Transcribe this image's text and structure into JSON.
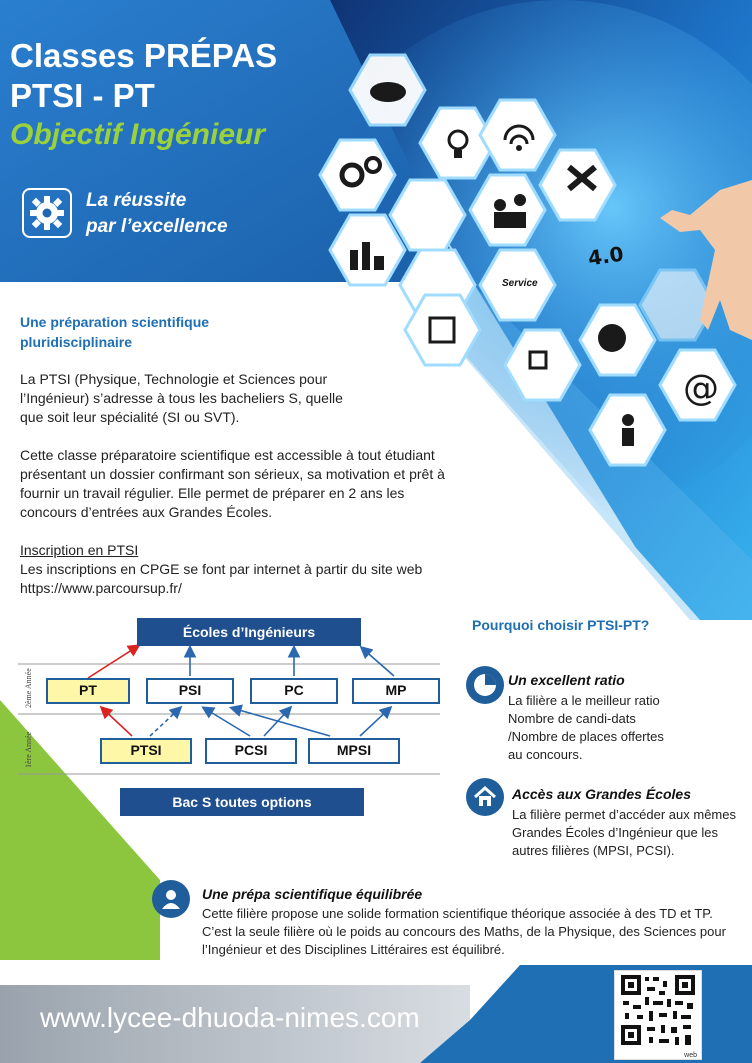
{
  "header": {
    "title_line1": "Classes PRÉPAS",
    "title_line2": "PTSI - PT",
    "subtitle": "Objectif Ingénieur",
    "tagline_line1": "La réussite",
    "tagline_line2": "par l’excellence",
    "hex_label": "4.0",
    "hex_service": "Service"
  },
  "intro": {
    "heading": "Une préparation scientifique pluridisciplinaire",
    "para1": "La PTSI (Physique, Technologie et Sciences pour l’Ingénieur) s’adresse à tous les bacheliers S, quelle que soit leur spécialité (SI ou SVT).",
    "para2": "Cette classe préparatoire scientifique est accessible à tout étudiant présentant un dossier confirmant son sérieux, sa motivation et prêt à fournir un travail régulier. Elle permet de préparer en 2 ans les concours d’entrées aux Grandes Écoles.",
    "inscription_heading": "Inscription en PTSI",
    "inscription_text": "Les inscriptions en CPGE se font par internet à partir du site web https://www.parcoursup.fr/"
  },
  "diagram": {
    "top": "Écoles d’Ingénieurs",
    "year2_label": "2ème Année",
    "year1_label": "1ère Année",
    "row2": [
      "PT",
      "PSI",
      "PC",
      "MP"
    ],
    "row1": [
      "PTSI",
      "PCSI",
      "MPSI"
    ],
    "bottom": "Bac S toutes options"
  },
  "why": {
    "heading": "Pourquoi choisir PTSI-PT?",
    "features": [
      {
        "title": "Un excellent ratio",
        "text": "La filière a le meilleur ratio Nombre de candi-dats /Nombre de places offertes au concours."
      },
      {
        "title": "Accès aux Grandes Écoles",
        "text": "La filière permet d’accéder aux mêmes Grandes Écoles d’Ingénieur que les autres filières (MPSI, PCSI)."
      },
      {
        "title": "Une prépa scientifique équilibrée",
        "text": "Cette filière propose une solide formation scientifique théorique associée à des TD et TP. C’est la seule filière où le poids au concours des Maths, de la Physique, des Sciences pour l’Ingénieur et des Disciplines Littéraires est équilibré."
      }
    ]
  },
  "footer": {
    "url": "www.lycee-dhuoda-nimes.com",
    "qr_label": "web"
  },
  "colors": {
    "blue_dark": "#1f4f8e",
    "blue_mid": "#1e6fb3",
    "blue_light": "#2d9be0",
    "green": "#8cc63f",
    "yellow_box": "#fff7a8"
  }
}
